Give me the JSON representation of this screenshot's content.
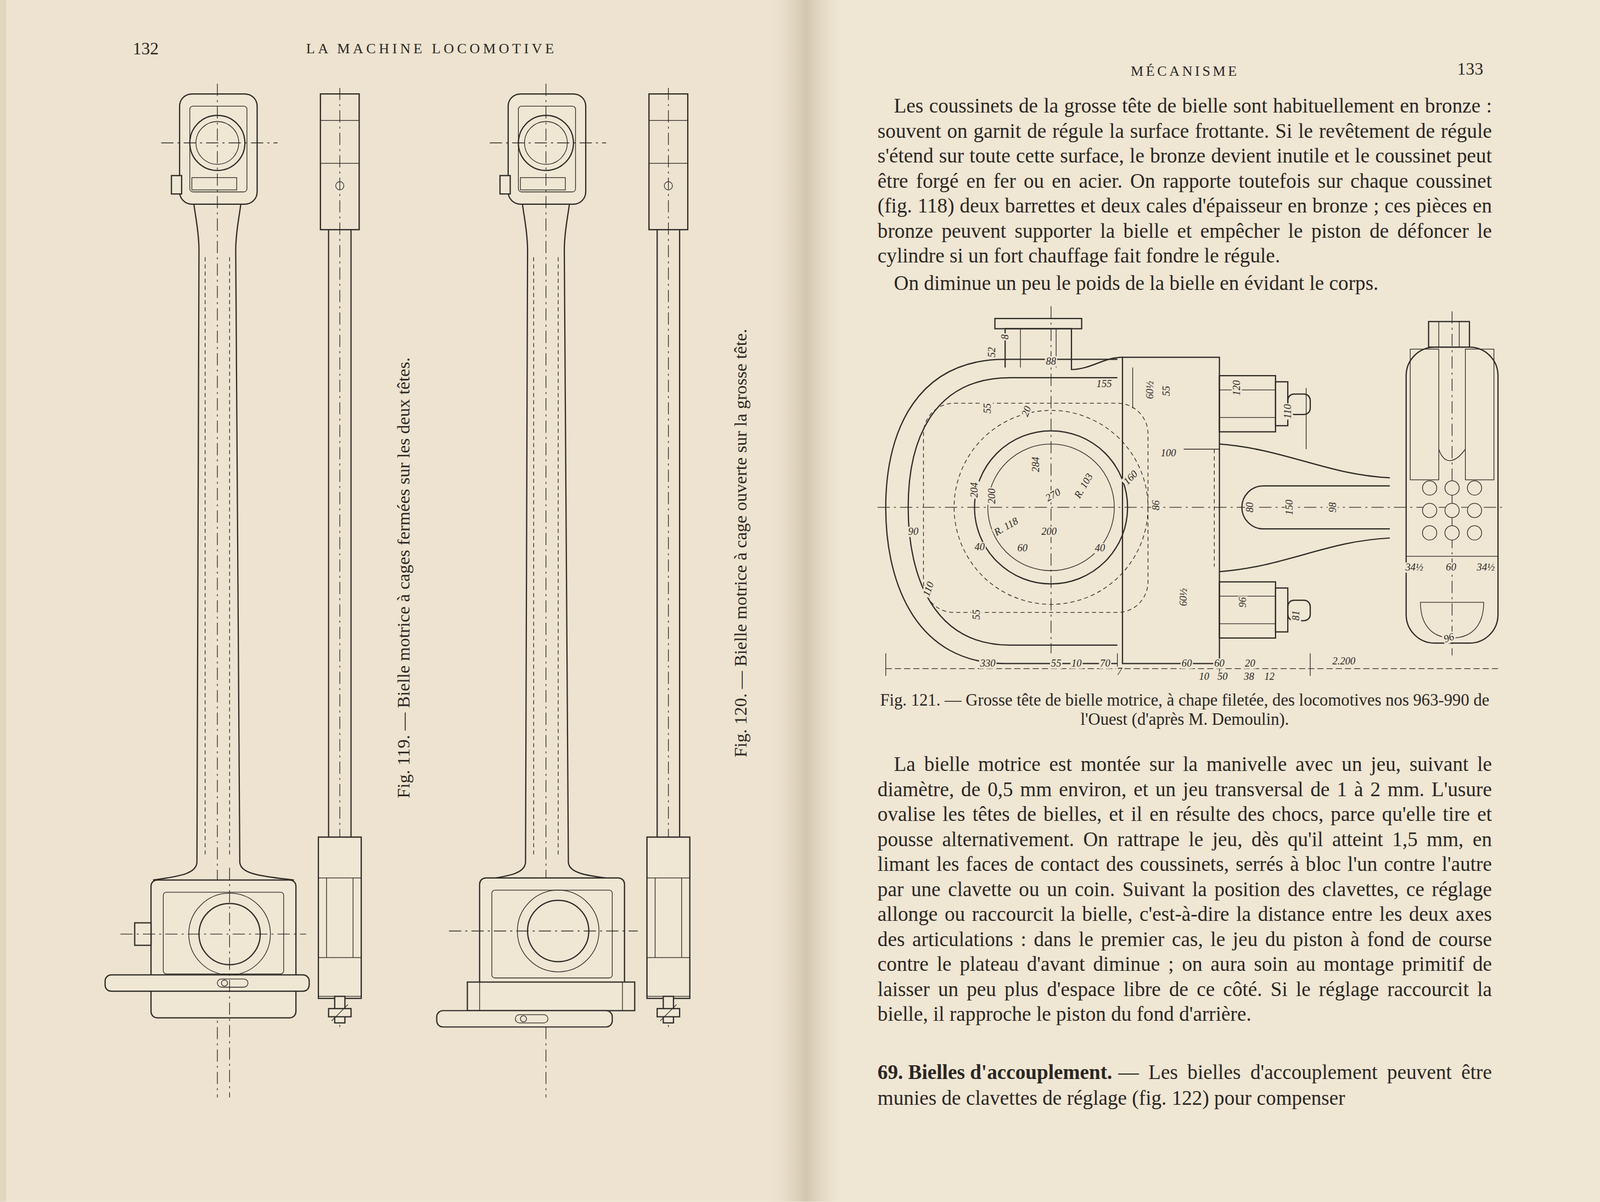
{
  "diagram": {
    "labels": [
      "132",
      "LA MACHINE LOCOMOTIVE",
      "Fig. 119. — Bielle motrice à cages fermées sur les deux têtes.",
      "Fig. 120. — Bielle motrice à cage ouverte sur la grosse tête.",
      "MÉCANISME",
      "133",
      "Les coussinets de la grosse tête de bielle sont habituellement en bronze : souvent on garnit de régule la surface frottante. Si le revêtement de régule s'étend sur toute cette surface, le bronze devient inutile et le coussinet peut être forgé en fer ou en acier. On rapporte toutefois sur chaque coussinet (fig. 118) deux barrettes et deux cales d'épaisseur en bronze ; ces pièces en bronze peuvent supporter la bielle et empêcher le piston de défoncer le cylindre si un fort chauffage fait fondre le régule.",
      "On diminue un peu le poids de la bielle en évidant le corps.",
      "Fig. 121. — Grosse tête de bielle motrice, à chape filetée, des locomotives nos 963-990 de l'Ouest (d'après M. Demoulin).",
      "La bielle motrice est montée sur la manivelle avec un jeu, suivant le diamètre, de 0,5 mm environ, et un jeu transversal de 1 à 2 mm. L'usure ovalise les têtes de bielles, et il en résulte des chocs, parce qu'elle tire et pousse alternativement. On rattrape le jeu, dès qu'il atteint 1,5 mm, en limant les faces de contact des coussinets, serrés à bloc l'un contre l'autre par une clavette ou un coin. Suivant la position des clavettes, ce réglage allonge ou raccourcit la bielle, c'est-à-dire la distance entre les deux axes des articulations : dans le premier cas, le jeu du piston à fond de course contre le plateau d'avant diminue ; on aura soin au montage primitif de laisser un peu plus d'espace libre de ce côté. Si le réglage raccourcit la bielle, il rapproche le piston du fond d'arrière.",
      "69. Bielles d'accouplement.",
      "— Les bielles d'accouplement peuvent être munies de clavettes de réglage (fig. 122) pour compenser",
      "52",
      "8",
      "88",
      "155",
      "60½",
      "55",
      "120",
      "110",
      "55",
      "20",
      "100",
      "160",
      "R. 103",
      "284",
      "270",
      "204",
      "200",
      "R. 118",
      "200",
      "60",
      "40",
      "40",
      "86",
      "80",
      "150",
      "98",
      "90",
      "110",
      "55",
      "60½",
      "96",
      "81",
      "330",
      "55",
      "10",
      "70",
      "7",
      "60",
      "60",
      "20",
      "10",
      "50",
      "38",
      "12",
      "2.200",
      "34½",
      "60",
      "34½",
      "96"
    ]
  }
}
